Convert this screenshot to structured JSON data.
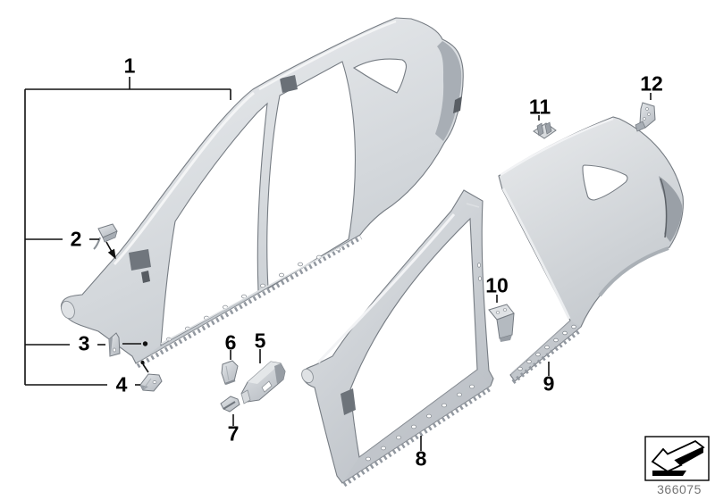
{
  "diagram": {
    "title_note": "",
    "callouts": [
      {
        "number": "1"
      },
      {
        "number": "2"
      },
      {
        "number": "3"
      },
      {
        "number": "4"
      },
      {
        "number": "5"
      },
      {
        "number": "6"
      },
      {
        "number": "7"
      },
      {
        "number": "8"
      },
      {
        "number": "9"
      },
      {
        "number": "10"
      },
      {
        "number": "11"
      },
      {
        "number": "12"
      }
    ],
    "footer": {
      "code": "366075"
    },
    "icons": [
      {
        "name": "direction-arrow-icon"
      }
    ],
    "colors": {
      "background": "#ffffff",
      "body_light": "#e9ebed",
      "body_mid": "#cdd1d6",
      "body_shadow": "#9aa1a8",
      "outline": "#767c83",
      "callout_text": "#000000",
      "callout_line": "#111111",
      "footer_text": "#757575"
    }
  }
}
